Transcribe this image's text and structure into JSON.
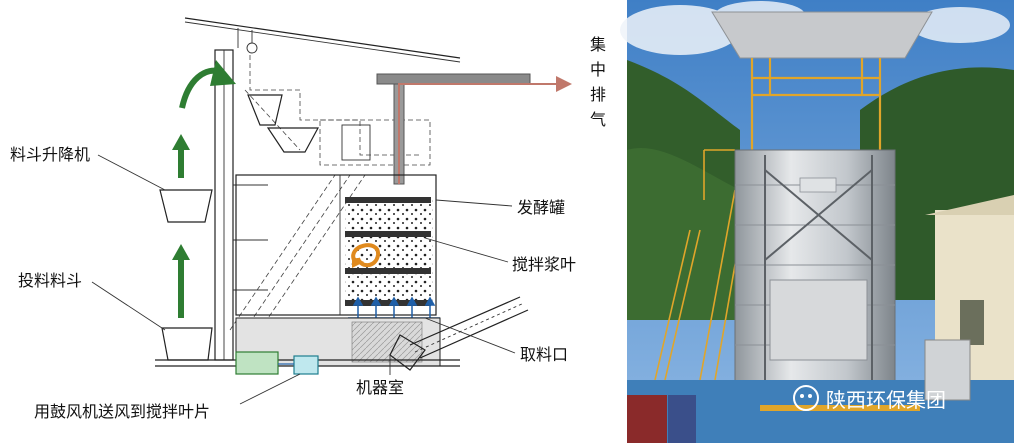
{
  "diagram": {
    "labels": {
      "exhaust_1": "集",
      "exhaust_2": "中",
      "exhaust_3": "排",
      "exhaust_4": "气",
      "hopper_elevator": "料斗升降机",
      "fermentation_tank": "发酵罐",
      "stirring_paddle": "搅拌浆叶",
      "feed_hopper": "投料料斗",
      "discharge_port": "取料口",
      "machine_room": "机器室",
      "blower_note": "用鼓风机送风到搅拌叶片"
    }
  },
  "photo": {
    "watermark": "陕西环保集团",
    "colors": {
      "sky": "#4b86c8",
      "hill": "#2f5f2a",
      "steel": "#c9ccd0",
      "frame": "#e0a52a"
    }
  },
  "colors": {
    "arrow_green": "#2e7d32",
    "exhaust_pipe": "#c0786b",
    "air_blue": "#1f5fa8",
    "box_green": "#bfe3c2",
    "box_cyan": "#bfe8ee"
  }
}
